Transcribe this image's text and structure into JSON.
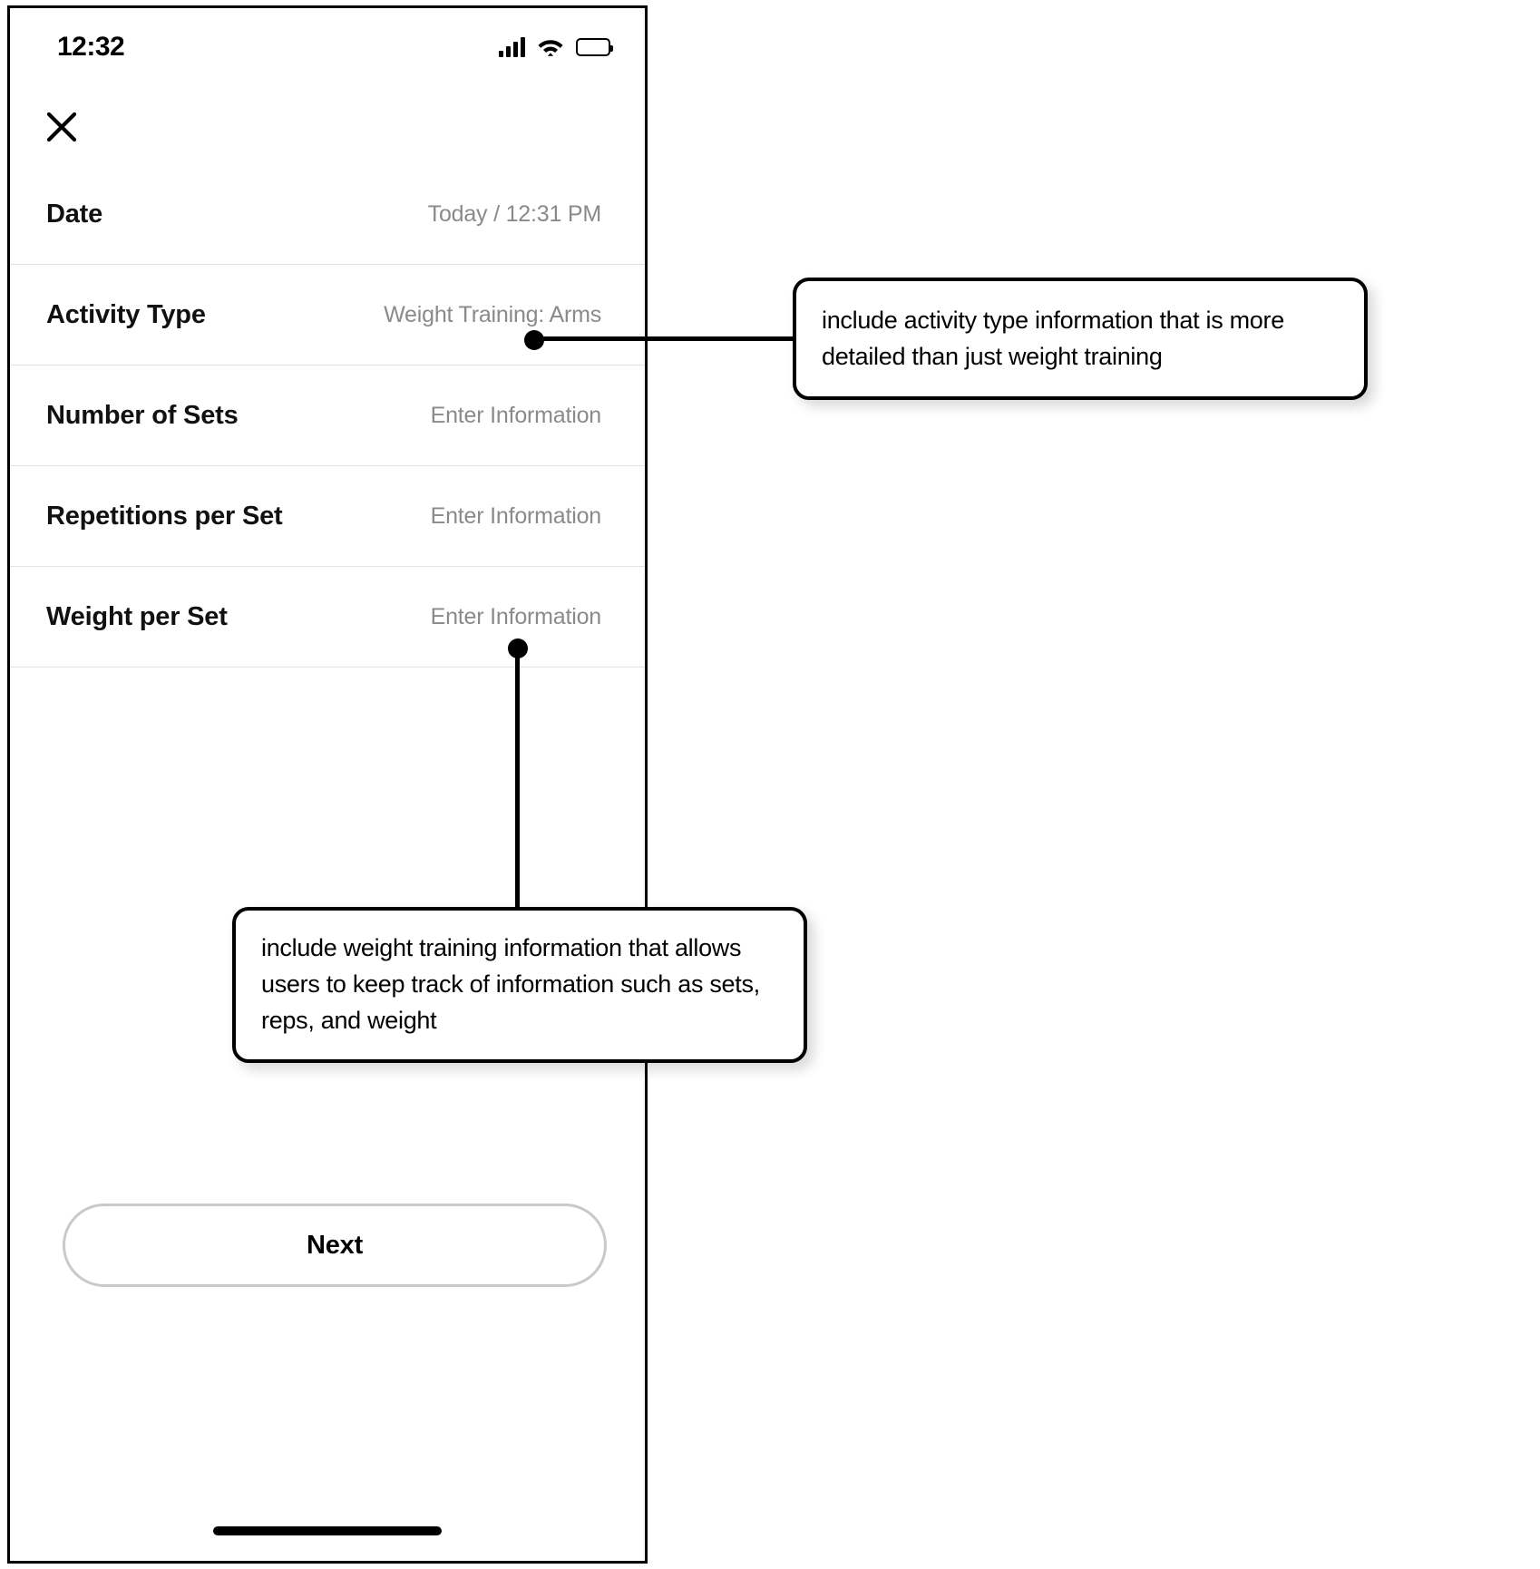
{
  "phone": {
    "status_bar": {
      "time": "12:32",
      "cellular_icon": "cellular-signal-icon",
      "wifi_icon": "wifi-icon",
      "battery_icon": "battery-icon"
    },
    "close_icon": "close-icon",
    "form": {
      "rows": [
        {
          "label": "Date",
          "value": "Today / 12:31 PM",
          "is_placeholder": false
        },
        {
          "label": "Activity Type",
          "value": "Weight Training: Arms",
          "is_placeholder": false
        },
        {
          "label": "Number of Sets",
          "value": "Enter Information",
          "is_placeholder": true
        },
        {
          "label": "Repetitions per Set",
          "value": "Enter Information",
          "is_placeholder": true
        },
        {
          "label": "Weight per Set",
          "value": "Enter Information",
          "is_placeholder": true
        }
      ]
    },
    "next_button_label": "Next",
    "home_indicator": "home-indicator"
  },
  "annotations": [
    {
      "id": "activity",
      "text": "include activity type information that is more detailed than just weight training"
    },
    {
      "id": "weight",
      "text": "include weight training information that allows users to keep track of information such as sets, reps, and weight"
    }
  ],
  "colors": {
    "frame": "#000000",
    "label": "#111111",
    "placeholder": "#8a8a8a",
    "divider": "#e3e3e3",
    "next_border": "#c9c9c9",
    "callout_border": "#000000",
    "background": "#ffffff"
  }
}
